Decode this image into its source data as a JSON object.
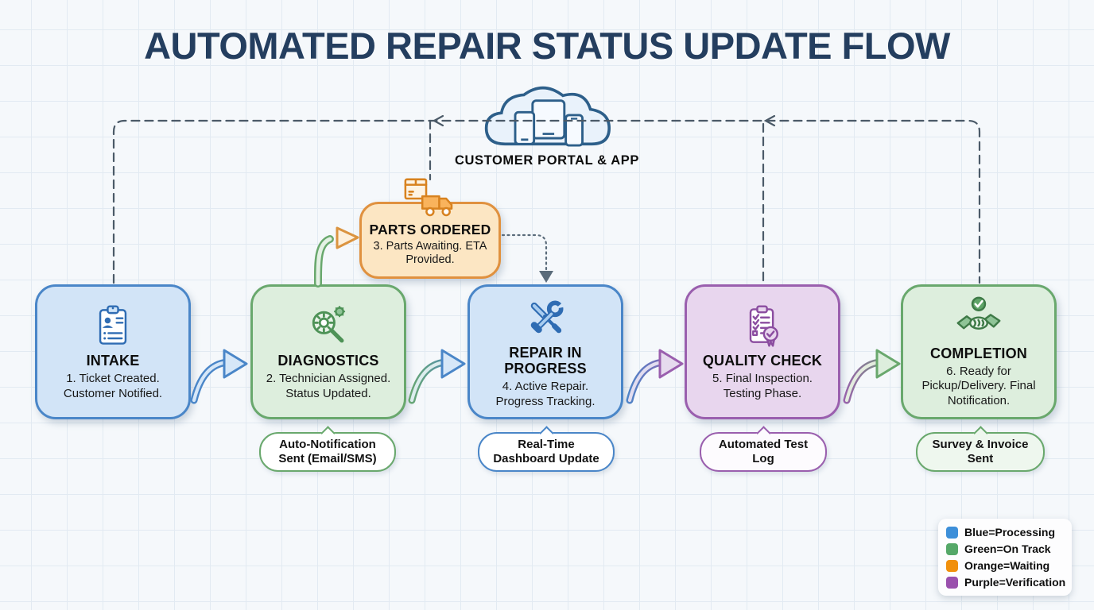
{
  "title": "AUTOMATED REPAIR STATUS UPDATE FLOW",
  "cloud": {
    "icon": "cloud-devices-icon",
    "label": "CUSTOMER PORTAL & APP"
  },
  "stages": [
    {
      "id": "intake",
      "title": "INTAKE",
      "body": "1. Ticket Created. Customer Notified.",
      "status_color": "blue",
      "border_hex": "#4a86c8",
      "fill_hex": "#d2e4f7",
      "icon": "clipboard-user-icon"
    },
    {
      "id": "diagnostics",
      "title": "DIAGNOSTICS",
      "body": "2. Technician Assigned. Status Updated.",
      "status_color": "green",
      "border_hex": "#69a86d",
      "fill_hex": "#ddeedd",
      "icon": "magnifier-gears-icon"
    },
    {
      "id": "parts-ordered",
      "title": "PARTS ORDERED",
      "body": "3. Parts Awaiting. ETA Provided.",
      "status_color": "orange",
      "border_hex": "#e0913f",
      "fill_hex": "#fce6c3",
      "icon": "delivery-truck-icon"
    },
    {
      "id": "repair-in-progress",
      "title": "REPAIR IN PROGRESS",
      "body": "4. Active Repair. Progress Tracking.",
      "status_color": "blue",
      "border_hex": "#4a86c8",
      "fill_hex": "#d2e4f7",
      "icon": "crossed-tools-icon"
    },
    {
      "id": "quality-check",
      "title": "QUALITY CHECK",
      "body": "5. Final Inspection. Testing Phase.",
      "status_color": "purple",
      "border_hex": "#9a5fae",
      "fill_hex": "#e8d6ee",
      "icon": "checklist-ribbon-icon"
    },
    {
      "id": "completion",
      "title": "COMPLETION",
      "body": "6. Ready for Pickup/Delivery. Final Notification.",
      "status_color": "green",
      "border_hex": "#69a86d",
      "fill_hex": "#ddeedd",
      "icon": "handshake-check-icon"
    }
  ],
  "callouts": [
    {
      "label": "Auto-Notification Sent (Email/SMS)",
      "border_color": "green"
    },
    {
      "label": "Real-Time Dashboard Update",
      "border_color": "blue"
    },
    {
      "label": "Automated Test Log",
      "border_color": "purple"
    },
    {
      "label": "Survey & Invoice Sent",
      "border_color": "green"
    }
  ],
  "legend": {
    "items": [
      {
        "label": "Blue=Processing",
        "color": "#3d8fd9"
      },
      {
        "label": "Green=On Track",
        "color": "#55a868"
      },
      {
        "label": "Orange=Waiting",
        "color": "#f1900c"
      },
      {
        "label": "Purple=Verification",
        "color": "#9a50ad"
      }
    ]
  }
}
